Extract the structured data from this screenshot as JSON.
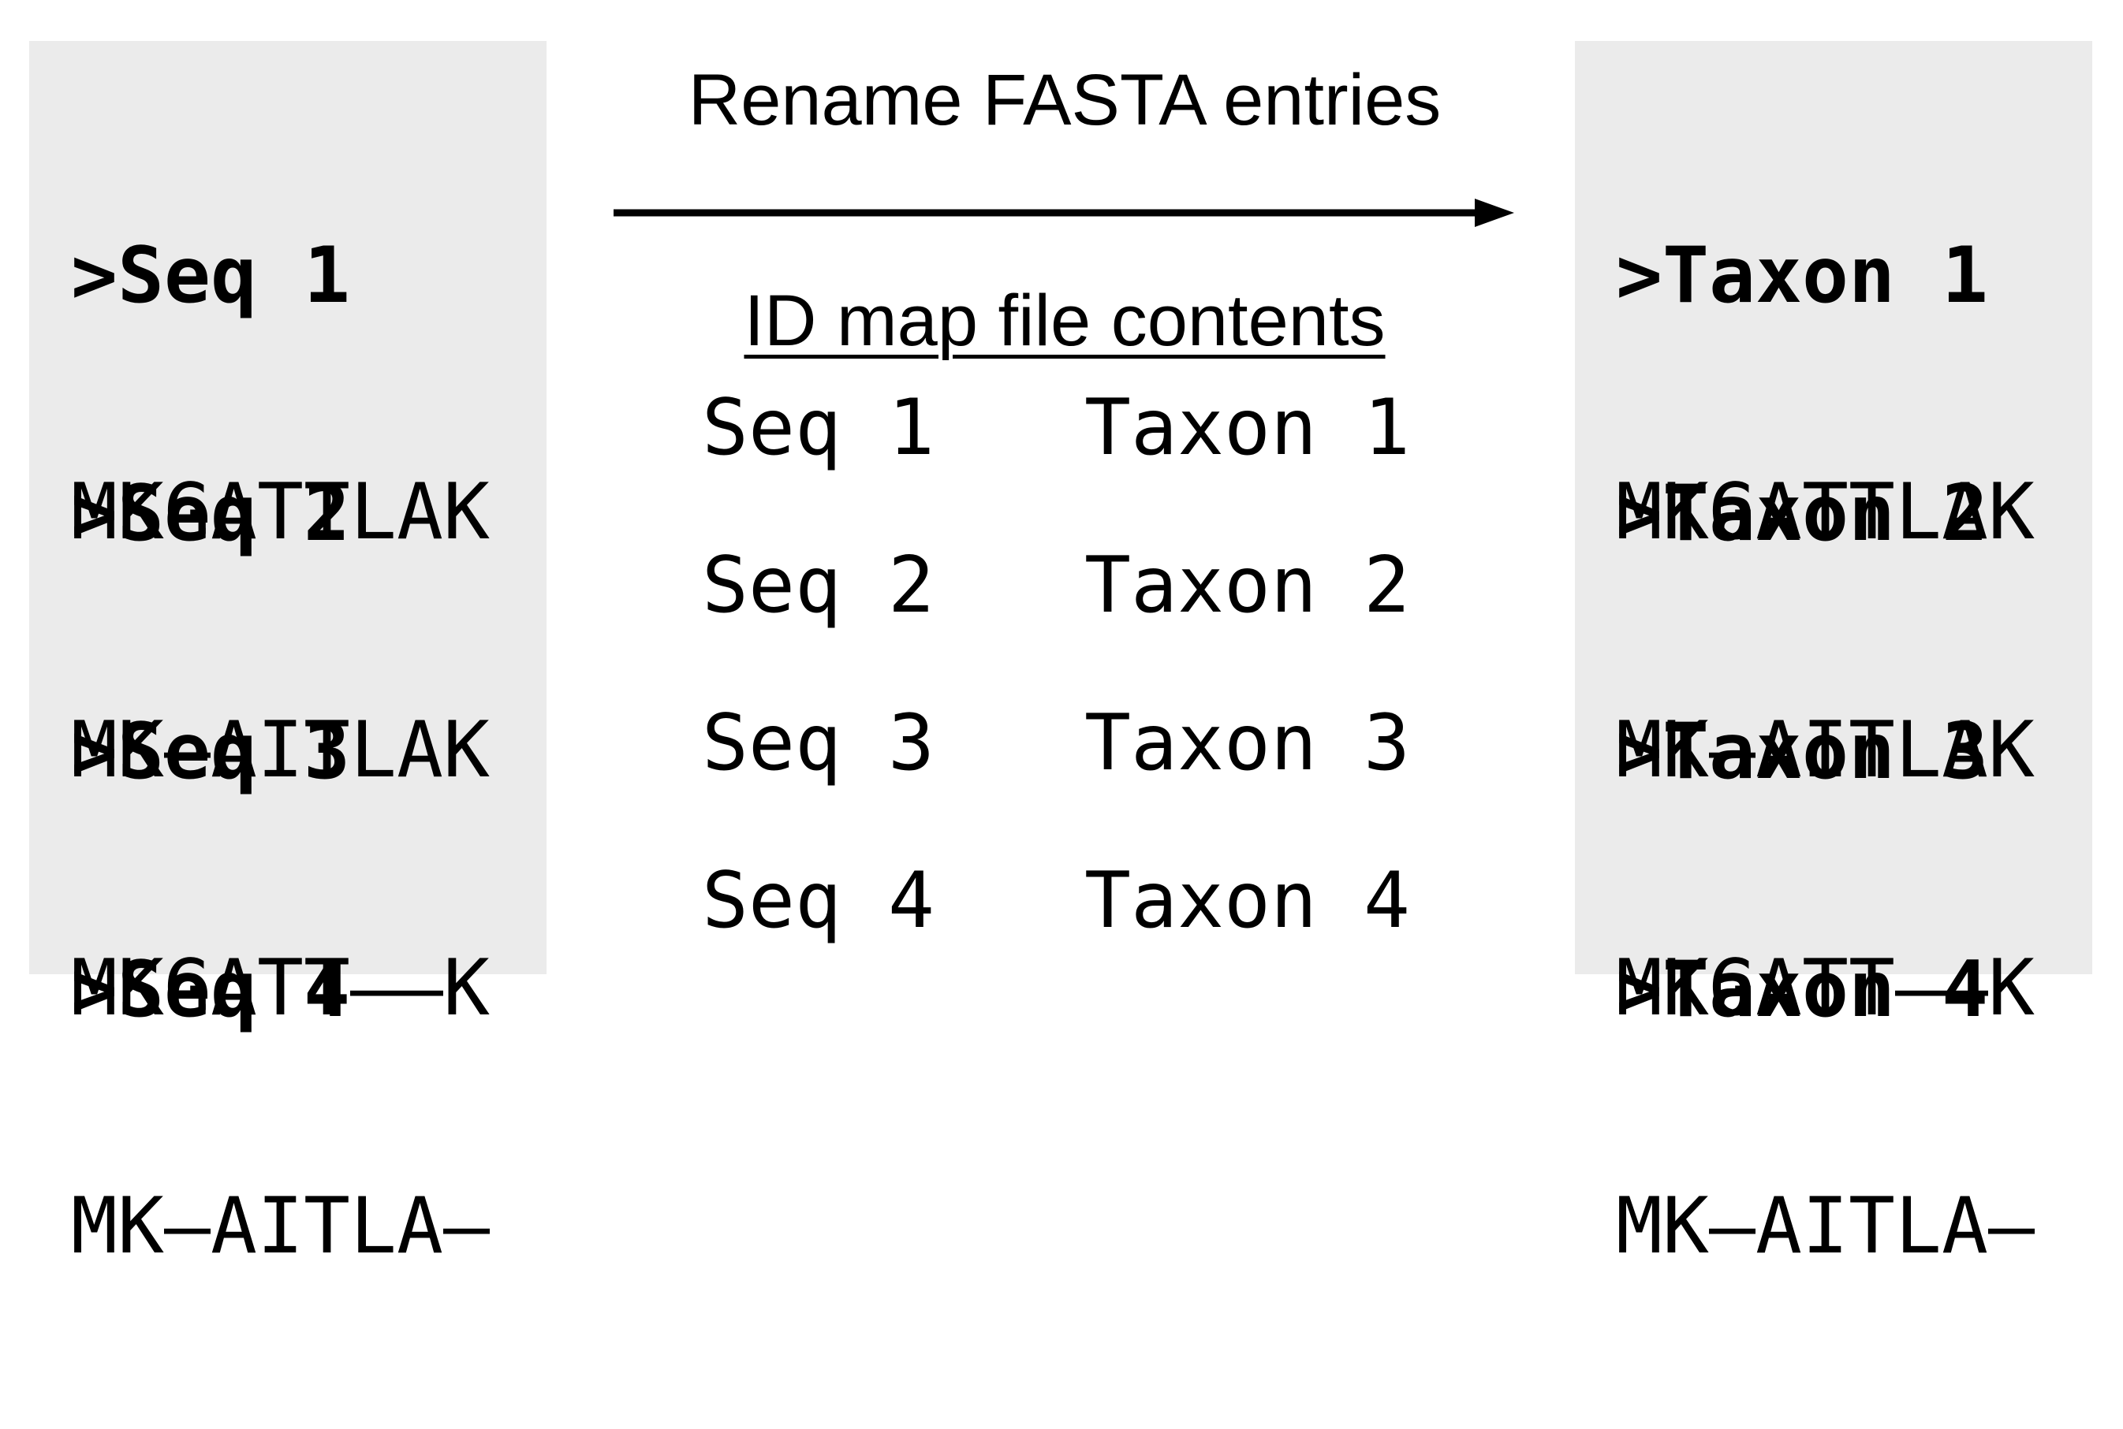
{
  "diagram": {
    "title": "Rename FASTA entries",
    "map_heading": "ID map file contents",
    "input_entries": [
      {
        "header": ">Seq 1",
        "sequence": "MKGATTLAK"
      },
      {
        "header": ">Seq 2",
        "sequence": "MK–AITLAK"
      },
      {
        "header": ">Seq 3",
        "sequence": "MKGATT––K"
      },
      {
        "header": ">Seq 4",
        "sequence": "MK–AITLA–"
      }
    ],
    "id_map": [
      {
        "source": "Seq 1",
        "target": "Taxon 1"
      },
      {
        "source": "Seq 2",
        "target": "Taxon 2"
      },
      {
        "source": "Seq 3",
        "target": "Taxon 3"
      },
      {
        "source": "Seq 4",
        "target": "Taxon 4"
      }
    ],
    "output_entries": [
      {
        "header": ">Taxon 1",
        "sequence": "MKGATTLAK"
      },
      {
        "header": ">Taxon 2",
        "sequence": "MK–AITLAK"
      },
      {
        "header": ">Taxon 3",
        "sequence": "MKGATT––K"
      },
      {
        "header": ">Taxon 4",
        "sequence": "MK–AITLA–"
      }
    ]
  }
}
